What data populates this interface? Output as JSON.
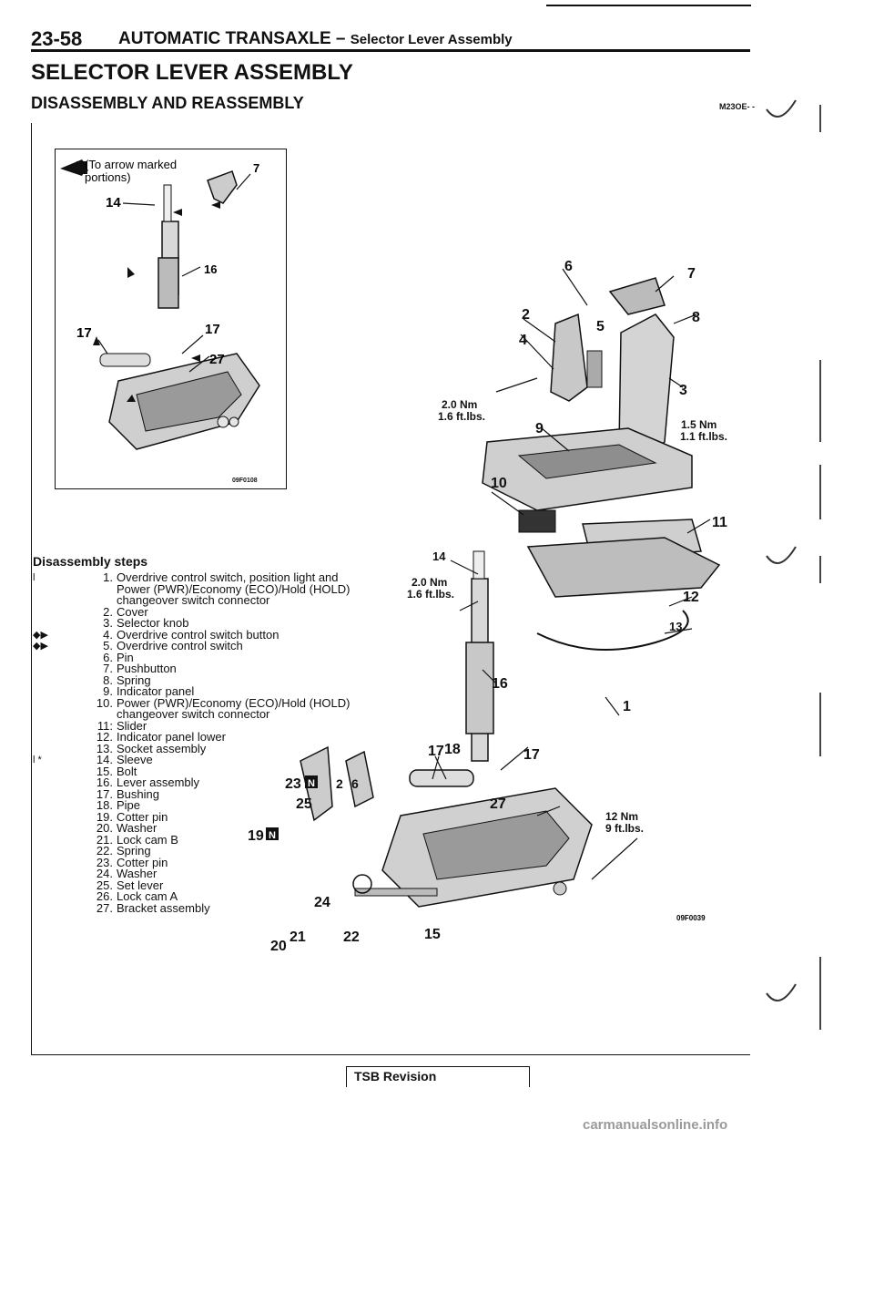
{
  "header": {
    "page_number": "23-58",
    "section": "AUTOMATIC TRANSAXLE",
    "dash": "–",
    "subsection": "Selector Lever Assembly"
  },
  "title": "SELECTOR LEVER ASSEMBLY",
  "subtitle": "DISASSEMBLY AND REASSEMBLY",
  "doc_code": "M23OE- -",
  "inset": {
    "note_line1": "(To arrow marked",
    "note_line2": "portions)",
    "figure_code": "09F0108",
    "callouts": [
      "7",
      "14",
      "16",
      "17",
      "17",
      "27"
    ]
  },
  "main_figure": {
    "figure_code": "09F0039",
    "callouts": [
      "6",
      "7",
      "8",
      "2",
      "5",
      "4",
      "3",
      "9",
      "10",
      "11",
      "14",
      "12",
      "13",
      "16",
      "1",
      "17",
      "18",
      "17",
      "27",
      "23",
      "2",
      "6",
      "25",
      "19",
      "24",
      "20",
      "21",
      "22",
      "15"
    ],
    "service_badge": "N",
    "torque_specs": [
      {
        "nm": "2.0 Nm",
        "ft": "1.6 ft.lbs."
      },
      {
        "nm": "1.5 Nm",
        "ft": "1.1 ft.lbs."
      },
      {
        "nm": "2.0 Nm",
        "ft": "1.6 ft.lbs."
      },
      {
        "nm": "12 Nm",
        "ft": "9 ft.lbs."
      }
    ]
  },
  "disassembly": {
    "title": "Disassembly steps",
    "steps": [
      {
        "mark": "l",
        "num": "1.",
        "label": "Overdrive control switch, position light and"
      },
      {
        "mark": "",
        "num": "",
        "label": "Power (PWR)/Economy (ECO)/Hold (HOLD)"
      },
      {
        "mark": "",
        "num": "",
        "label": "changeover switch connector"
      },
      {
        "mark": "",
        "num": "2.",
        "label": "Cover"
      },
      {
        "mark": "",
        "num": "3.",
        "label": "Selector knob"
      },
      {
        "mark": "◆▶",
        "num": "4.",
        "label": "Overdrive control switch button"
      },
      {
        "mark": "◆▶",
        "num": "5.",
        "label": "Overdrive control switch"
      },
      {
        "mark": "",
        "num": "6.",
        "label": "Pin"
      },
      {
        "mark": "",
        "num": "7.",
        "label": "Pushbutton"
      },
      {
        "mark": "",
        "num": "8.",
        "label": "Spring"
      },
      {
        "mark": "",
        "num": "9.",
        "label": "Indicator panel"
      },
      {
        "mark": "",
        "num": "10.",
        "label": "Power (PWR)/Economy (ECO)/Hold (HOLD)"
      },
      {
        "mark": "",
        "num": "",
        "label": "changeover switch connector"
      },
      {
        "mark": "",
        "num": "11:",
        "label": "Slider"
      },
      {
        "mark": "",
        "num": "12.",
        "label": "Indicator panel lower"
      },
      {
        "mark": "",
        "num": "13.",
        "label": "Socket assembly"
      },
      {
        "mark": "l *",
        "num": "14.",
        "label": "Sleeve"
      },
      {
        "mark": "",
        "num": "15.",
        "label": "Bolt"
      },
      {
        "mark": "",
        "num": "16.",
        "label": "Lever assembly"
      },
      {
        "mark": "",
        "num": "17.",
        "label": "Bushing"
      },
      {
        "mark": "",
        "num": "18.",
        "label": "Pipe"
      },
      {
        "mark": "",
        "num": "19.",
        "label": "Cotter pin"
      },
      {
        "mark": "",
        "num": "20.",
        "label": "Washer"
      },
      {
        "mark": "",
        "num": "21.",
        "label": "Lock cam B"
      },
      {
        "mark": "",
        "num": "22.",
        "label": "Spring"
      },
      {
        "mark": "",
        "num": "23.",
        "label": "Cotter pin"
      },
      {
        "mark": "",
        "num": "24.",
        "label": "Washer"
      },
      {
        "mark": "",
        "num": "25.",
        "label": "Set lever"
      },
      {
        "mark": "",
        "num": "26.",
        "label": "Lock cam A"
      },
      {
        "mark": "",
        "num": "27.",
        "label": "Bracket assembly"
      }
    ]
  },
  "footer": {
    "label": "TSB Revision"
  },
  "watermark": "carmanualsonline.info"
}
